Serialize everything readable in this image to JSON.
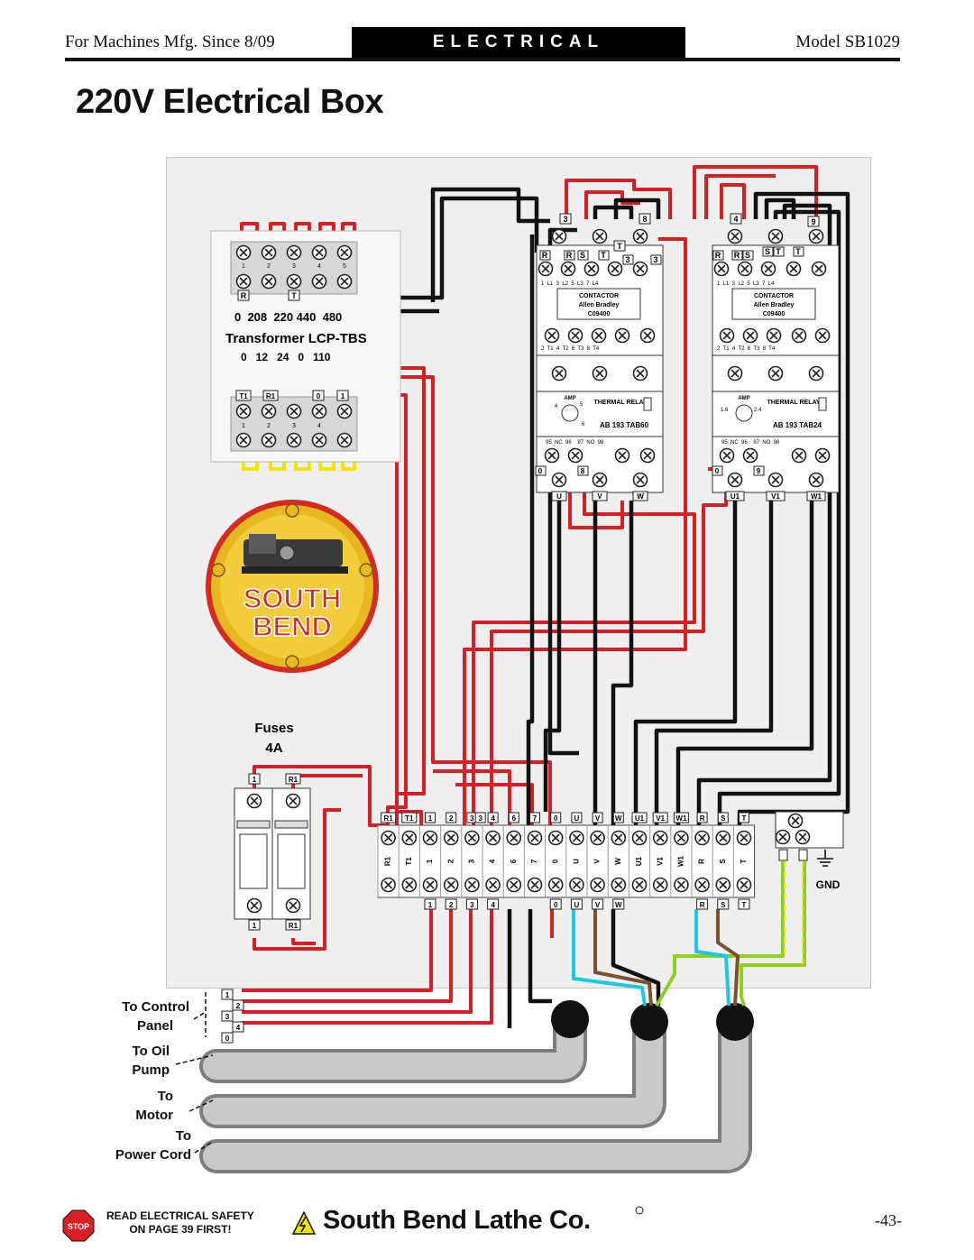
{
  "header": {
    "left": "For Machines Mfg. Since 8/09",
    "center": "ELECTRICAL",
    "right": "Model SB1029"
  },
  "title": "220V Electrical Box",
  "transformer": {
    "top_terminals": [
      "1",
      "2",
      "3",
      "4",
      "5"
    ],
    "top_tags": [
      "R",
      "T"
    ],
    "taps_primary": "0  208  220 440  480",
    "name": "Transformer LCP-TBS",
    "taps_secondary": "0   12   24   0   110",
    "bottom_tags": [
      "T1",
      "R1",
      "0",
      "1"
    ],
    "bottom_terminals": [
      "1",
      "2",
      "3",
      "4"
    ]
  },
  "contactor_left": {
    "wire_tags_top": [
      "3",
      "8",
      "T"
    ],
    "phase_tags": [
      "R",
      "R",
      "S",
      "T",
      "3",
      "3"
    ],
    "terminal_row": "1  L1  3  L2  5  L3  7  L4",
    "label": "CONTACTOR",
    "maker": "Allen Bradley",
    "model": "C09400",
    "terminal_row2": "2  T1  4  T2  6  T3  8  T4",
    "relay_amp": "AMP",
    "relay_scale": [
      "4",
      "5",
      "6"
    ],
    "relay_label": "THERMAL RELAY",
    "relay_model": "AB 193 TAB60",
    "nc_no_row": "95  NC  96    97  NO  98",
    "out_tags": [
      "0",
      "8"
    ],
    "out_terms": [
      "U",
      "V",
      "W"
    ]
  },
  "contactor_right": {
    "wire_tags_top": [
      "4",
      "9"
    ],
    "phase_tags": [
      "R",
      "R",
      "S",
      "S",
      "T",
      "T"
    ],
    "terminal_row": "1  L1  3  L2  5  L3  7  L4",
    "label": "CONTACTOR",
    "maker": "Allen Bradley",
    "model": "C09400",
    "terminal_row2": "2  T1  4  T2  6  T3  8  T4",
    "relay_amp": "AMP",
    "relay_scale": [
      "1.6",
      "2.4"
    ],
    "relay_label": "THERMAL RELAY",
    "relay_model": "AB 193 TAB24",
    "nc_no_row": "95  NC  96    97  NO  98",
    "out_tags": [
      "0",
      "9"
    ],
    "out_terms": [
      "U1",
      "V1",
      "W1"
    ]
  },
  "logo": {
    "line1": "SOUTH",
    "line2": "BEND"
  },
  "fuses": {
    "label1": "Fuses",
    "label2": "4A",
    "top_tags": [
      "1",
      "R1"
    ],
    "bottom_tags": [
      "1",
      "R1"
    ]
  },
  "terminal_strip": {
    "top_tags": [
      "R1",
      "T1",
      "1",
      "2",
      "3",
      "3",
      "4",
      "6",
      "7",
      "0",
      "U",
      "V",
      "W",
      "U1",
      "V1",
      "W1",
      "R",
      "S",
      "T"
    ],
    "terminals": [
      "R1",
      "T1",
      "1",
      "2",
      "3",
      "4",
      "6",
      "7",
      "0",
      "U",
      "V",
      "W",
      "U1",
      "V1",
      "W1",
      "R",
      "S",
      "T"
    ],
    "bottom_tags": [
      "1",
      "2",
      "3",
      "4",
      "0",
      "U",
      "V",
      "W",
      "R",
      "S",
      "T"
    ]
  },
  "ground": {
    "label": "GND"
  },
  "exit_tags": [
    "1",
    "2",
    "3",
    "4",
    "0"
  ],
  "side_labels": {
    "control": [
      "To Control",
      "Panel"
    ],
    "oil": [
      "To Oil",
      "Pump"
    ],
    "motor": [
      "To",
      "Motor"
    ],
    "power": [
      "To",
      "Power Cord"
    ]
  },
  "footer": {
    "stop": "STOP",
    "safety_line1": "READ ELECTRICAL SAFETY",
    "safety_line2": "ON PAGE 39 FIRST!",
    "company": "South Bend Lathe Co.",
    "page": "-43-"
  },
  "colors": {
    "wire_red": "#d81f26",
    "wire_black": "#111111",
    "wire_yellow": "#f2e600",
    "wire_cyan": "#1ec8e0",
    "wire_brown": "#7a5230",
    "wire_green": "#8ed11f",
    "logo_gold": "#e8b820",
    "logo_red": "#d42a20"
  }
}
